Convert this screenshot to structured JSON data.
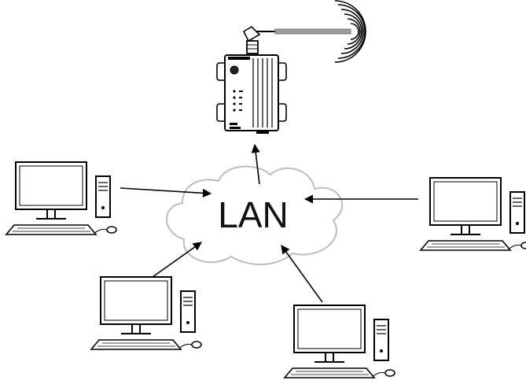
{
  "cloud_label": "LAN",
  "colors": {
    "stroke": "#000000",
    "cloud": "#bdbdbd",
    "antenna_cable": "#9a9a9a",
    "device_body": "#ffffff"
  },
  "icons": [
    "cloud-icon",
    "router-device-icon",
    "antenna-icon",
    "radio-waves-icon",
    "desktop-computer-icon"
  ],
  "computers": [
    "top-left",
    "bottom-left",
    "bottom-center",
    "right"
  ]
}
